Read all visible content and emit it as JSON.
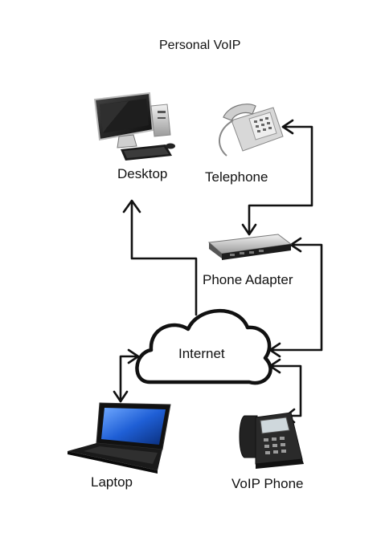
{
  "diagram": {
    "title": "Personal VoIP",
    "nodes": {
      "desktop": {
        "label": "Desktop",
        "icon": "desktop-computer-icon"
      },
      "telephone": {
        "label": "Telephone",
        "icon": "telephone-icon"
      },
      "phone_adapter": {
        "label": "Phone Adapter",
        "icon": "phone-adapter-icon"
      },
      "internet": {
        "label": "Internet",
        "icon": "cloud-icon"
      },
      "laptop": {
        "label": "Laptop",
        "icon": "laptop-icon"
      },
      "voip_phone": {
        "label": "VoIP Phone",
        "icon": "voip-phone-icon"
      }
    },
    "connections": [
      {
        "from": "internet",
        "to": "desktop"
      },
      {
        "from": "telephone",
        "to": "phone_adapter"
      },
      {
        "from": "phone_adapter",
        "to": "internet"
      },
      {
        "from": "laptop",
        "to": "internet"
      },
      {
        "from": "voip_phone",
        "to": "internet"
      }
    ],
    "colors": {
      "line": "#111111",
      "screen_blue": "#1f5fd6",
      "device_dark": "#2a2a2a"
    }
  }
}
